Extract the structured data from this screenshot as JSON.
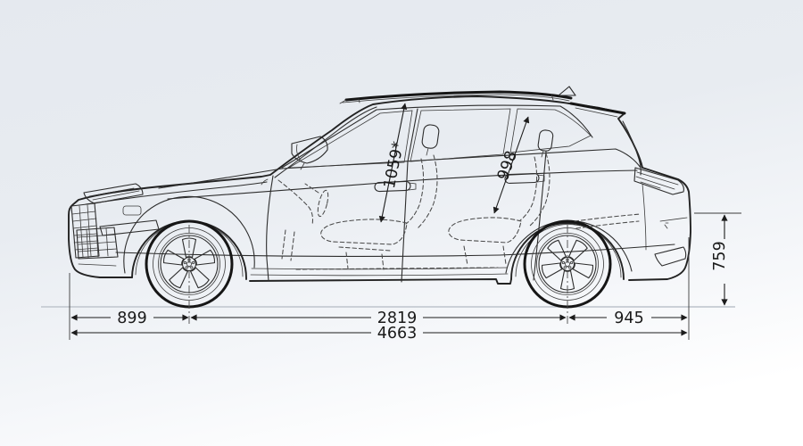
{
  "diagram": {
    "type": "vehicle-side-dimension-drawing",
    "dimensions": {
      "front_interior_height": "1059*",
      "rear_interior_height": "998",
      "load_sill_height": "759",
      "front_overhang": "899",
      "wheelbase": "2819",
      "rear_overhang": "945",
      "overall_length": "4663"
    },
    "colors": {
      "line": "#232323",
      "dimension_text": "#1a1a1a",
      "ground_line": "#cbd0d7",
      "background_top": "#e5e9ef",
      "background_bottom": "#ffffff"
    }
  }
}
